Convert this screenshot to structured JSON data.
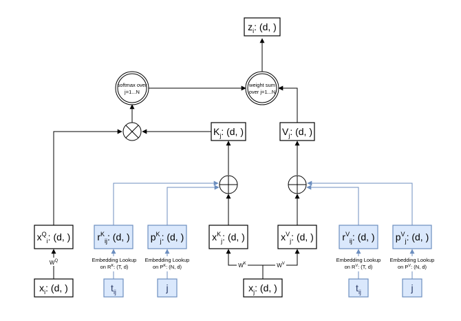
{
  "colors": {
    "stroke": "#000000",
    "accent_fill": "#dae8fc",
    "accent_stroke": "#6c8ebf"
  },
  "nodes": {
    "z": {
      "main": "z",
      "sub": "i",
      "rest": ": (d, )"
    },
    "softmax": {
      "line1": "softmax over",
      "line2": "j=1...N"
    },
    "weightsum": {
      "line1": "weight sum",
      "line2": "over j=1...N"
    },
    "k": {
      "main": "K",
      "sub": "j",
      "rest": ": (d, )"
    },
    "v": {
      "main": "V",
      "sub": "j",
      "rest": ": (d, )"
    },
    "xq": {
      "main": "x",
      "sup": "Q",
      "sub": "i",
      "rest": ": (d, )"
    },
    "rk": {
      "main": "r",
      "sup": "K",
      "sub": "ij",
      "rest": ": (d, )"
    },
    "pk": {
      "main": "p",
      "sup": "K",
      "sub": "j",
      "rest": ": (d, )"
    },
    "xk": {
      "main": "x",
      "sup": "K",
      "sub": "j",
      "rest": ": (d, )"
    },
    "xv": {
      "main": "x",
      "sup": "V",
      "sub": "j",
      "rest": ": (d, )"
    },
    "rv": {
      "main": "r",
      "sup": "V",
      "sub": "ij",
      "rest": ": (d, )"
    },
    "pv": {
      "main": "p",
      "sup": "V",
      "sub": "j",
      "rest": ": (d, )"
    },
    "xi": {
      "main": "x",
      "sub": "i",
      "rest": ": (d, )"
    },
    "tij1": {
      "main": "t",
      "sub": "ij"
    },
    "j1": {
      "main": "j"
    },
    "xj": {
      "main": "x",
      "sub": "j",
      "rest": ": (d, )"
    },
    "tij2": {
      "main": "t",
      "sub": "ij"
    },
    "j2": {
      "main": "j"
    }
  },
  "edge_labels": {
    "wq": {
      "main": "W",
      "sup": "Q"
    },
    "wk": {
      "main": "W",
      "sup": "K"
    },
    "wv": {
      "main": "W",
      "sup": "V"
    },
    "emb_rk": {
      "line1": "Embedding Lookup",
      "line2a": "on R",
      "line2sup": "K",
      "line2b": ": (T, d)"
    },
    "emb_pk": {
      "line1": "Embedding Lookup",
      "line2a": "on P",
      "line2sup": "K",
      "line2b": ": (N, d)"
    },
    "emb_rv": {
      "line1": "Embedding Lookup",
      "line2a": "on R",
      "line2sup": "V",
      "line2b": ": (T, d)"
    },
    "emb_pv": {
      "line1": "Embedding Lookup",
      "line2a": "on P",
      "line2sup": "V",
      "line2b": ": (N, d)"
    }
  }
}
